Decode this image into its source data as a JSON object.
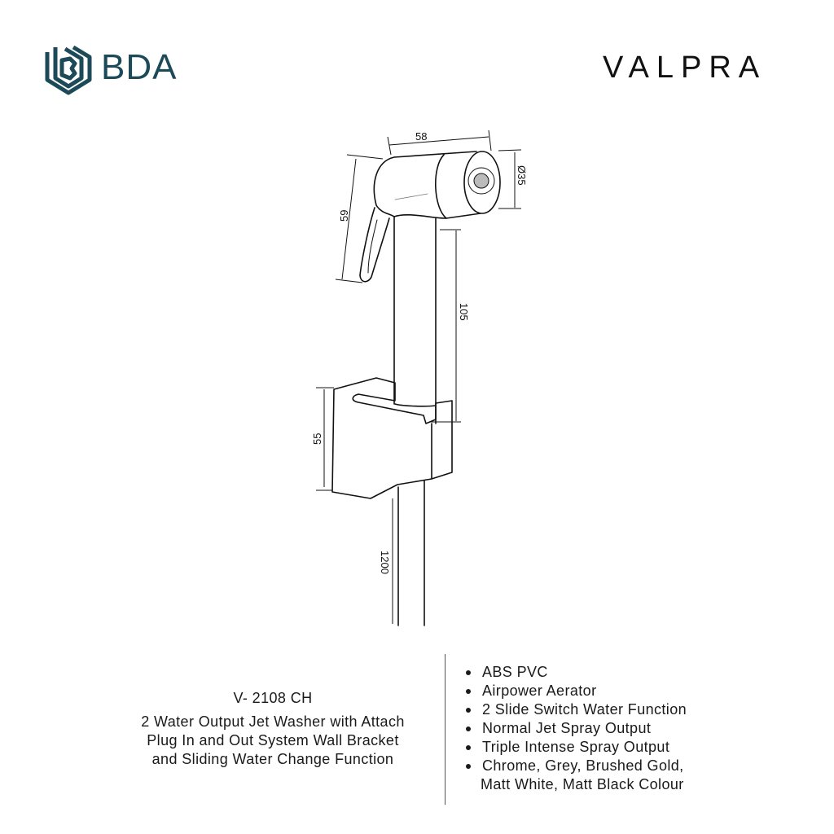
{
  "header": {
    "left_logo_text": "BDA",
    "right_logo_text": "VALPRA"
  },
  "drawing": {
    "dimensions": {
      "width": "58",
      "nozzle_diameter": "Ø35",
      "head_height": "59",
      "pipe_length": "105",
      "bracket_height": "55",
      "hose_length": "1200"
    }
  },
  "product": {
    "model": "V- 2108 CH",
    "description_lines": [
      "2 Water Output Jet Washer with Attach",
      "Plug In and Out System Wall Bracket",
      "and Sliding Water Change Function"
    ]
  },
  "features": [
    "ABS PVC",
    "Airpower Aerator",
    "2 Slide Switch Water Function",
    "Normal Jet Spray Output",
    "Triple Intense Spray Output",
    "Chrome, Grey, Brushed Gold,",
    "Matt White, Matt Black Colour"
  ],
  "colors": {
    "brand": "#1d4a58",
    "text": "#1a1a1a"
  }
}
